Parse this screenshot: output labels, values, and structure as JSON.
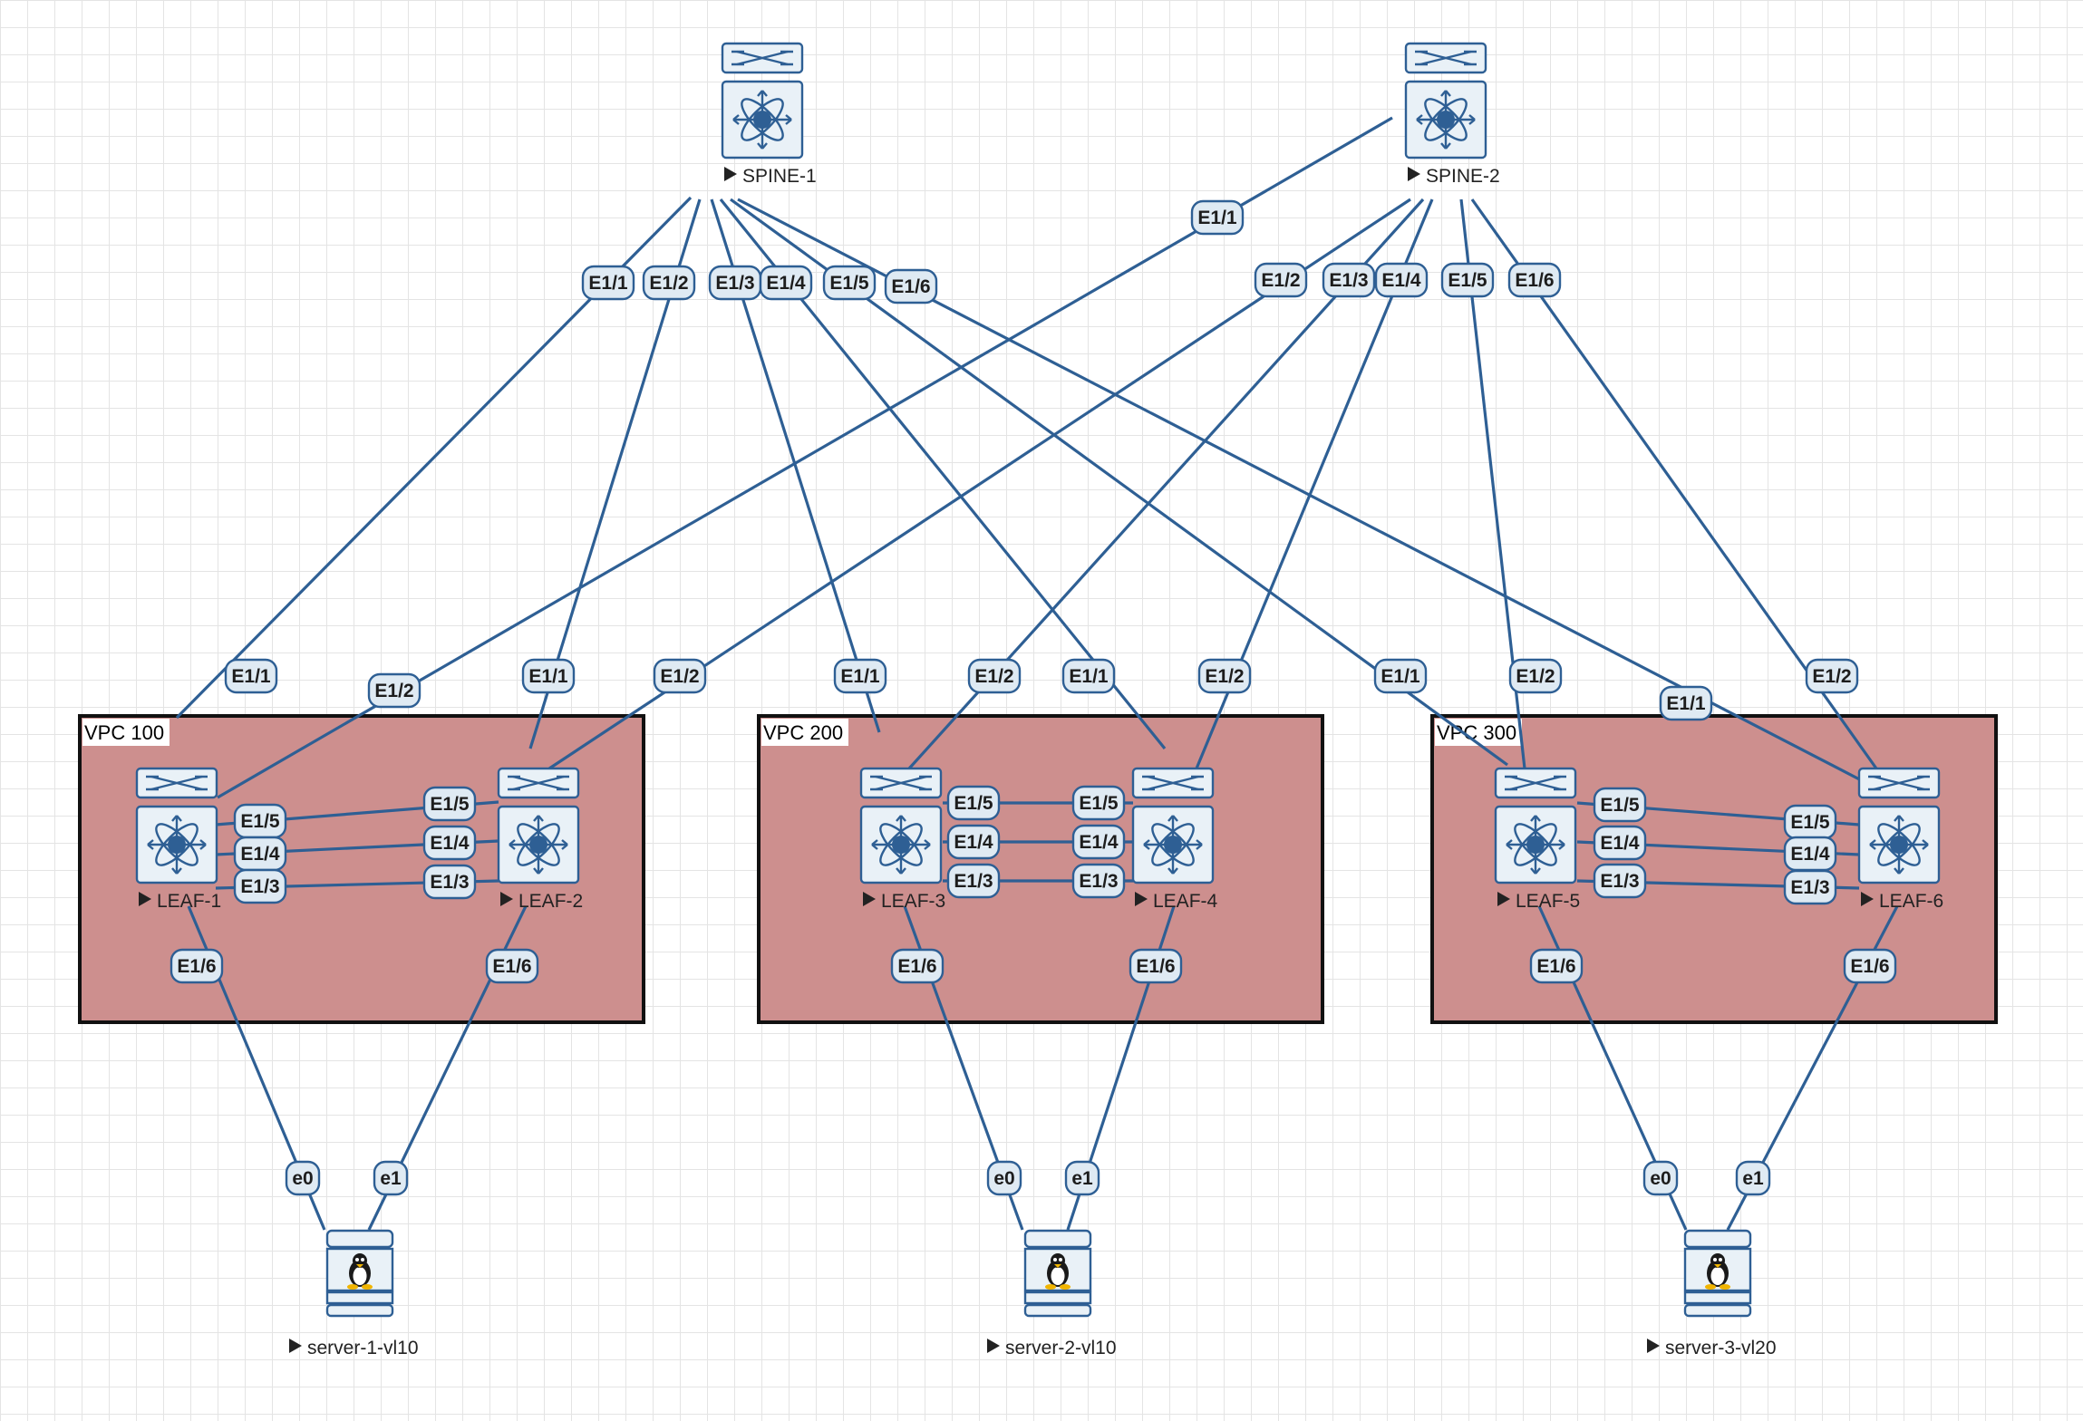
{
  "vpcs": [
    {
      "id": "vpc100",
      "label": "VPC 100"
    },
    {
      "id": "vpc200",
      "label": "VPC 200"
    },
    {
      "id": "vpc300",
      "label": "VPC 300"
    }
  ],
  "nodes": [
    {
      "id": "spine1",
      "label": "SPINE-1",
      "type": "switch"
    },
    {
      "id": "spine2",
      "label": "SPINE-2",
      "type": "switch"
    },
    {
      "id": "leaf1",
      "label": "LEAF-1",
      "type": "switch"
    },
    {
      "id": "leaf2",
      "label": "LEAF-2",
      "type": "switch"
    },
    {
      "id": "leaf3",
      "label": "LEAF-3",
      "type": "switch"
    },
    {
      "id": "leaf4",
      "label": "LEAF-4",
      "type": "switch"
    },
    {
      "id": "leaf5",
      "label": "LEAF-5",
      "type": "switch"
    },
    {
      "id": "leaf6",
      "label": "LEAF-6",
      "type": "switch"
    },
    {
      "id": "srv1",
      "label": "server-1-vl10",
      "type": "linux-server"
    },
    {
      "id": "srv2",
      "label": "server-2-vl10",
      "type": "linux-server"
    },
    {
      "id": "srv3",
      "label": "server-3-vl20",
      "type": "linux-server"
    }
  ],
  "links": [
    {
      "from": "spine1",
      "from_port": "E1/1",
      "to": "leaf1",
      "to_port": "E1/1"
    },
    {
      "from": "spine1",
      "from_port": "E1/2",
      "to": "leaf2",
      "to_port": "E1/1"
    },
    {
      "from": "spine1",
      "from_port": "E1/3",
      "to": "leaf3",
      "to_port": "E1/1"
    },
    {
      "from": "spine1",
      "from_port": "E1/4",
      "to": "leaf4",
      "to_port": "E1/1"
    },
    {
      "from": "spine1",
      "from_port": "E1/5",
      "to": "leaf5",
      "to_port": "E1/1"
    },
    {
      "from": "spine1",
      "from_port": "E1/6",
      "to": "leaf6",
      "to_port": "E1/1"
    },
    {
      "from": "spine2",
      "from_port": "E1/1",
      "to": "leaf1",
      "to_port": "E1/2"
    },
    {
      "from": "spine2",
      "from_port": "E1/2",
      "to": "leaf2",
      "to_port": "E1/2"
    },
    {
      "from": "spine2",
      "from_port": "E1/3",
      "to": "leaf3",
      "to_port": "E1/2"
    },
    {
      "from": "spine2",
      "from_port": "E1/4",
      "to": "leaf4",
      "to_port": "E1/2"
    },
    {
      "from": "spine2",
      "from_port": "E1/5",
      "to": "leaf5",
      "to_port": "E1/2"
    },
    {
      "from": "spine2",
      "from_port": "E1/6",
      "to": "leaf6",
      "to_port": "E1/2"
    },
    {
      "from": "leaf1",
      "from_port": "E1/5",
      "to": "leaf2",
      "to_port": "E1/5"
    },
    {
      "from": "leaf1",
      "from_port": "E1/4",
      "to": "leaf2",
      "to_port": "E1/4"
    },
    {
      "from": "leaf1",
      "from_port": "E1/3",
      "to": "leaf2",
      "to_port": "E1/3"
    },
    {
      "from": "leaf3",
      "from_port": "E1/5",
      "to": "leaf4",
      "to_port": "E1/5"
    },
    {
      "from": "leaf3",
      "from_port": "E1/4",
      "to": "leaf4",
      "to_port": "E1/4"
    },
    {
      "from": "leaf3",
      "from_port": "E1/3",
      "to": "leaf4",
      "to_port": "E1/3"
    },
    {
      "from": "leaf5",
      "from_port": "E1/5",
      "to": "leaf6",
      "to_port": "E1/5"
    },
    {
      "from": "leaf5",
      "from_port": "E1/4",
      "to": "leaf6",
      "to_port": "E1/4"
    },
    {
      "from": "leaf5",
      "from_port": "E1/3",
      "to": "leaf6",
      "to_port": "E1/3"
    },
    {
      "from": "leaf1",
      "from_port": "E1/6",
      "to": "srv1",
      "to_port": "e0"
    },
    {
      "from": "leaf2",
      "from_port": "E1/6",
      "to": "srv1",
      "to_port": "e1"
    },
    {
      "from": "leaf3",
      "from_port": "E1/6",
      "to": "srv2",
      "to_port": "e0"
    },
    {
      "from": "leaf4",
      "from_port": "E1/6",
      "to": "srv2",
      "to_port": "e1"
    },
    {
      "from": "leaf5",
      "from_port": "E1/6",
      "to": "srv3",
      "to_port": "e0"
    },
    {
      "from": "leaf6",
      "from_port": "E1/6",
      "to": "srv3",
      "to_port": "e1"
    }
  ],
  "colors": {
    "link": "#2e5f94",
    "badge_fill": "#dfeaf3",
    "vpc_fill": "#cd8f8e",
    "vpc_border": "#111111",
    "device_fill": "#e9f1f7",
    "grid": "#e4e4e4"
  },
  "icons": {
    "switch": "nexus-switch-icon",
    "linux-server": "linux-server-icon"
  }
}
